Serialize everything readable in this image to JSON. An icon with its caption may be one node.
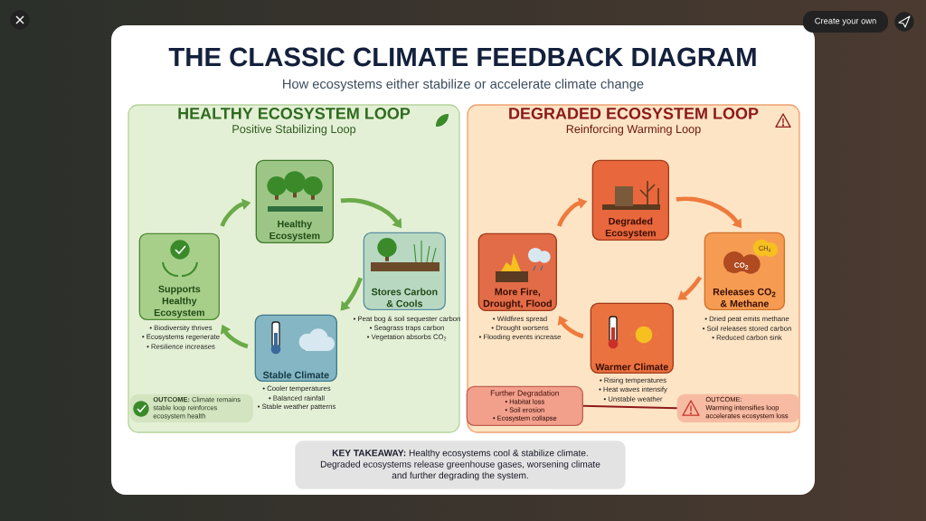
{
  "diagram": {
    "title": "THE CLASSIC CLIMATE FEEDBACK DIAGRAM",
    "nodes": [
      {
        "text": [
          "HEALTHY ECOSYSTEM LOOP",
          "Positive Stabilizing Loop"
        ]
      },
      {
        "text": [
          "Healthy Ecosystem"
        ],
        "in": 0
      },
      {
        "text": [
          "Stores Carbon & Cools"
        ],
        "in": 0,
        "beside": [
          "• Peat bog & soil sequester carbon",
          "• Seagrass traps carbon",
          "• Vegetation absorbs CO$_{2}$"
        ]
      },
      {
        "text": [
          "Stable Climate"
        ],
        "in": 0,
        "beside": [
          "• Cooler temperatures",
          "• Balanced rainfall",
          "• Stable weather patterns"
        ]
      },
      {
        "text": [
          "Supports Healthy Ecosystem"
        ],
        "in": 0,
        "beside": [
          "• Biodiversity thrives",
          "• Ecosystems regenerate",
          "• Resilience increases"
        ]
      },
      {
        "text": [
          "**OUTCOME:** Climate remains stable loop reinforces ecosystem health"
        ],
        "in": 0
      },
      {
        "text": [
          "DEGRADED ECOSYSTEM LOOP",
          "Reinforcing Warming Loop"
        ]
      },
      {
        "text": [
          "Degraded Ecosystem"
        ],
        "in": 6
      },
      {
        "text": [
          "Releases CO$_{2}$ & Methane"
        ],
        "in": 6,
        "beside": [
          "• Dried peat emits methane",
          "• Soil releases stored carbon",
          "• Reduced carbon sink"
        ]
      },
      {
        "text": [
          "Warmer Climate"
        ],
        "in": 6,
        "beside": [
          "• Rising temperatures",
          "• Heat waves intensify",
          "• Unstable weather"
        ]
      },
      {
        "text": [
          "More Fire, Drought, Flood"
        ],
        "in": 6,
        "beside": [
          "• Wildfires spread",
          "• Drought worsens",
          "• Flooding events increase"
        ]
      },
      {
        "text": [
          "Further Degradation",
          "• Habitat loss",
          "• Soil erosion",
          "• Ecosystem collapse"
        ],
        "in": 6
      },
      {
        "text": [
          "OUTCOME:",
          "Warming intensifies loop accelerates ecosystem loss"
        ],
        "in": 6
      },
      {
        "text": [
          "**KEY TAKEAWAY:** Healthy ecosystems cool & stabilize climate. Degraded ecosystems release greenhouse gases, worsening climate and further degrading the system."
        ]
      }
    ],
    "edges": [
      {
        "from": 1,
        "to": 2,
        "arrow": "to",
        "color": "#6aaa48"
      },
      {
        "from": 2,
        "to": 3,
        "arrow": "to",
        "color": "#6aaa48"
      },
      {
        "from": 3,
        "to": 4,
        "arrow": "to",
        "color": "#6aaa48"
      },
      {
        "from": 4,
        "to": 1,
        "arrow": "to",
        "color": "#6aaa48"
      },
      {
        "from": 7,
        "to": 8,
        "arrow": "to",
        "color": "#ee7a3c"
      },
      {
        "from": 8,
        "to": 9,
        "arrow": "to",
        "color": "#ee7a3c"
      },
      {
        "from": 9,
        "to": 10,
        "arrow": "to",
        "color": "#ee7a3c"
      },
      {
        "from": 10,
        "to": 7,
        "arrow": "to",
        "color": "#ee7a3c"
      },
      {
        "from": 11,
        "to": 12,
        "arrow": "none",
        "color": "#8b1a1a"
      }
    ],
    "labels": [
      "Create your own",
      "How ecosystems either stabilize or accelerate climate change",
      "CO$_{2}$",
      "CH$_{4}$"
    ]
  }
}
